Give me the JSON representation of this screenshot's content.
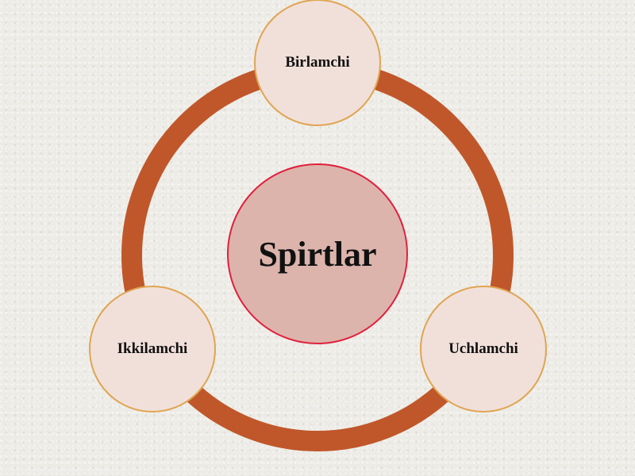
{
  "diagram": {
    "center": {
      "label": "Spirtlar"
    },
    "nodes": [
      {
        "id": "top",
        "label": "Birlamchi"
      },
      {
        "id": "left",
        "label": "Ikkilamchi"
      },
      {
        "id": "right",
        "label": "Uchlamchi"
      }
    ]
  },
  "colors": {
    "ring": "#c0572a",
    "outer_node_fill": "#f1e0da",
    "outer_node_stroke": "#e0a552",
    "center_fill": "#dcb4ac",
    "center_stroke": "#e0203c",
    "background": "#ecebe6",
    "text": "#111111"
  }
}
